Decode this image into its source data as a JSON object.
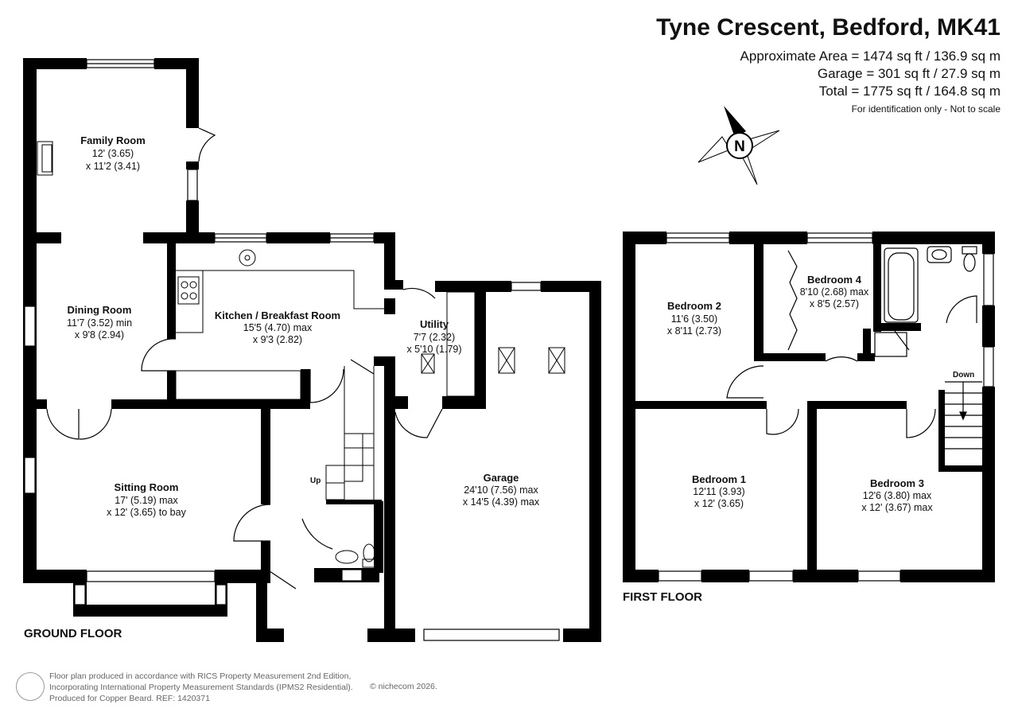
{
  "header": {
    "title": "Tyne Crescent, Bedford, MK41",
    "area_line": "Approximate Area = 1474 sq ft / 136.9 sq m",
    "garage_line": "Garage = 301 sq ft / 27.9 sq m",
    "total_line": "Total = 1775 sq ft / 164.8 sq m",
    "note": "For identification only - Not to scale"
  },
  "compass_label": "N",
  "floors": {
    "ground": "GROUND FLOOR",
    "first": "FIRST FLOOR"
  },
  "rooms": {
    "family": {
      "name": "Family Room",
      "dim1": "12' (3.65)",
      "dim2": "x 11'2 (3.41)"
    },
    "dining": {
      "name": "Dining Room",
      "dim1": "11'7 (3.52) min",
      "dim2": "x 9'8 (2.94)"
    },
    "kitchen": {
      "name": "Kitchen / Breakfast Room",
      "dim1": "15'5 (4.70) max",
      "dim2": "x 9'3 (2.82)"
    },
    "utility": {
      "name": "Utility",
      "dim1": "7'7 (2.32)",
      "dim2": "x 5'10 (1.79)"
    },
    "garage": {
      "name": "Garage",
      "dim1": "24'10 (7.56) max",
      "dim2": "x 14'5 (4.39) max"
    },
    "sitting": {
      "name": "Sitting Room",
      "dim1": "17' (5.19) max",
      "dim2": "x 12' (3.65) to bay"
    },
    "bed2": {
      "name": "Bedroom 2",
      "dim1": "11'6 (3.50)",
      "dim2": "x 8'11 (2.73)"
    },
    "bed4": {
      "name": "Bedroom 4",
      "dim1": "8'10 (2.68) max",
      "dim2": "x 8'5 (2.57)"
    },
    "bed1": {
      "name": "Bedroom 1",
      "dim1": "12'11 (3.93)",
      "dim2": "x 12' (3.65)"
    },
    "bed3": {
      "name": "Bedroom 3",
      "dim1": "12'6 (3.80) max",
      "dim2": "x 12' (3.67) max"
    }
  },
  "stairs": {
    "up": "Up",
    "down": "Down"
  },
  "footer": {
    "line1": "Floor plan produced in accordance with RICS Property Measurement 2nd Edition,",
    "line2": "Incorporating International Property Measurement Standards (IPMS2 Residential).",
    "line3": "Produced for Copper Beard.   REF:  1420371",
    "brand": "© nichecom 2026."
  },
  "colors": {
    "wall": "#000000",
    "fixture": "#333333",
    "footer_text": "#666666"
  }
}
